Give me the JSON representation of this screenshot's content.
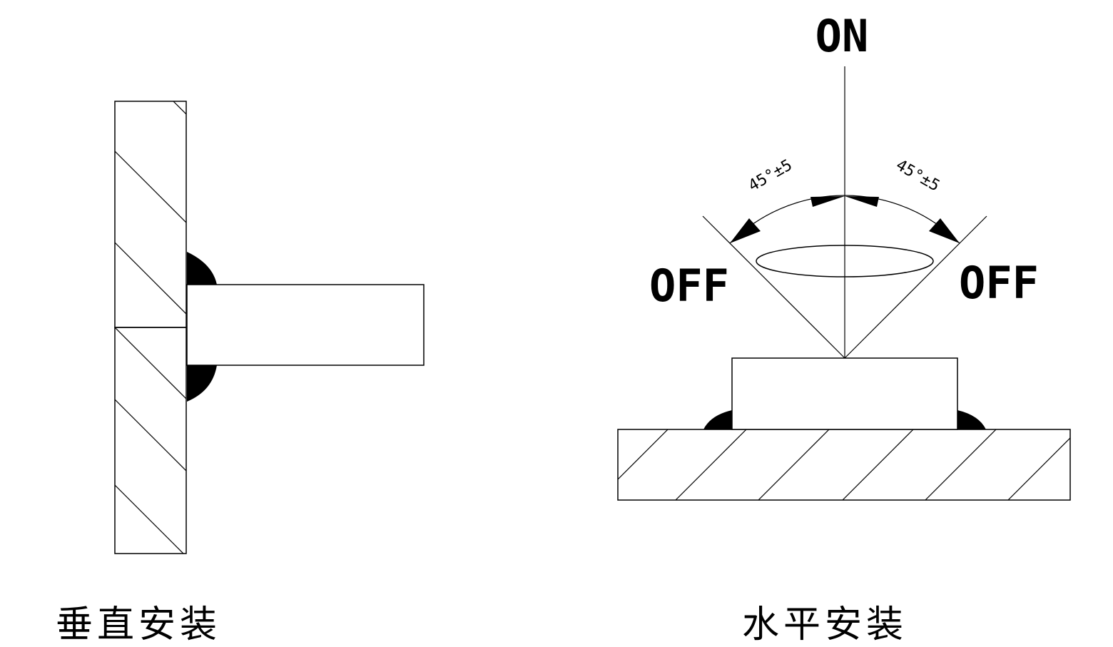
{
  "vertical_install": {
    "caption": "垂直安装"
  },
  "horizontal_install": {
    "caption": "水平安装",
    "on_label": "ON",
    "off_left_label": "OFF",
    "off_right_label": "OFF",
    "angle_left_label": "45°±5",
    "angle_right_label": "45°±5"
  }
}
